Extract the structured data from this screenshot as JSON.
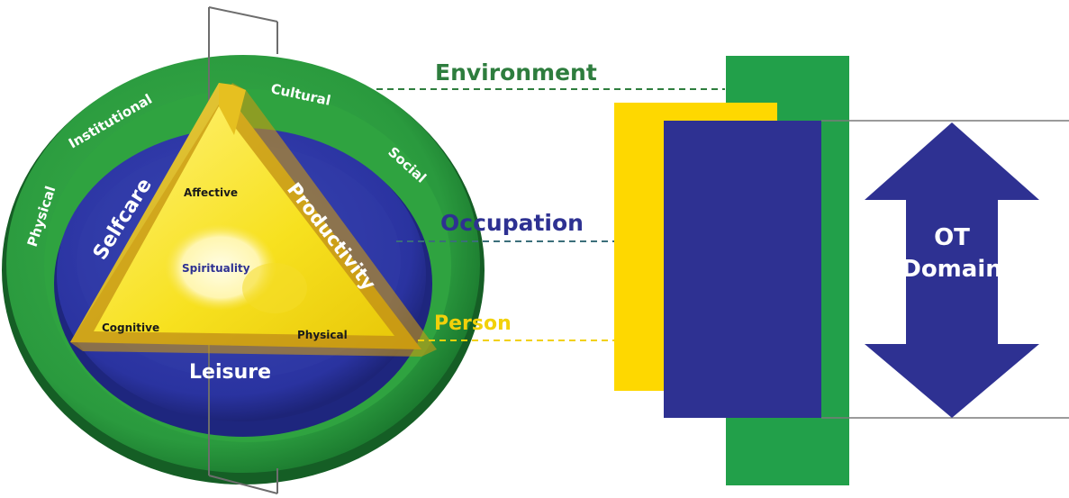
{
  "colors": {
    "environment": "#2a8f3e",
    "occupation": "#2e3192",
    "person": "#fed800",
    "label_environment": "#2e7d3e",
    "label_occupation": "#2e3192",
    "label_person": "#f2d10a"
  },
  "model": {
    "environment_items": [
      "Physical",
      "Institutional",
      "Cultural",
      "Social"
    ],
    "occupation_items": [
      "Selfcare",
      "Productivity",
      "Leisure"
    ],
    "person_items": [
      "Affective",
      "Cognitive",
      "Physical"
    ],
    "core": "Spirituality"
  },
  "labels": {
    "environment": "Environment",
    "occupation": "Occupation",
    "person": "Person"
  },
  "domain": {
    "line1": "OT",
    "line2": "Domain"
  }
}
